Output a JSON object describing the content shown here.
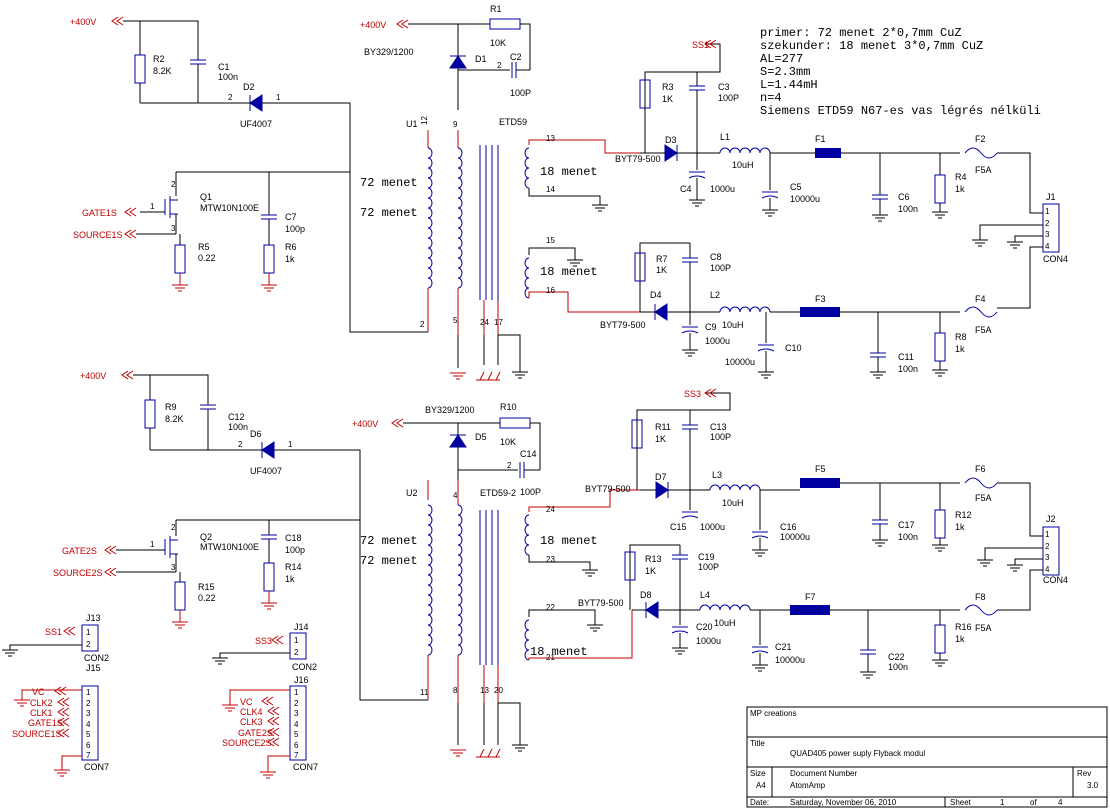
{
  "nets": {
    "v400": "+400V",
    "ss1": "SS1",
    "ss3": "SS3",
    "gate1": "GATE1S",
    "source1": "SOURCE1S",
    "gate2": "GATE2S",
    "source2": "SOURCE2S",
    "vc": "VC",
    "clk1": "CLK1",
    "clk2": "CLK2",
    "clk3": "CLK3",
    "clk4": "CLK4"
  },
  "notes": [
    "primer: 72 menet 2*0,7mm CuZ",
    "szekunder: 18 menet 3*0,7mm CuZ",
    "AL=277",
    "S=2.3mm",
    "L=1.44mH",
    "n=4",
    "Siemens ETD59 N67-es vas légrés nélküli"
  ],
  "winding": {
    "primary": "72 menet",
    "secondary": "18 menet"
  },
  "components": {
    "R1": {
      "ref": "R1",
      "val": "10K"
    },
    "R2": {
      "ref": "R2",
      "val": "8.2K"
    },
    "R3": {
      "ref": "R3",
      "val": "1K"
    },
    "R4": {
      "ref": "R4",
      "val": "1k"
    },
    "R5": {
      "ref": "R5",
      "val": "0.22"
    },
    "R6": {
      "ref": "R6",
      "val": "1k"
    },
    "R7": {
      "ref": "R7",
      "val": "1K"
    },
    "R8": {
      "ref": "R8",
      "val": "1k"
    },
    "R9": {
      "ref": "R9",
      "val": "8.2K"
    },
    "R10": {
      "ref": "R10",
      "val": "10K"
    },
    "R11": {
      "ref": "R11",
      "val": "1K"
    },
    "R12": {
      "ref": "R12",
      "val": "1k"
    },
    "R13": {
      "ref": "R13",
      "val": "1K"
    },
    "R14": {
      "ref": "R14",
      "val": "1k"
    },
    "R15": {
      "ref": "R15",
      "val": "0.22"
    },
    "R16": {
      "ref": "R16",
      "val": "1k"
    },
    "C1": {
      "ref": "C1",
      "val": "100n"
    },
    "C2": {
      "ref": "C2",
      "val": "100P"
    },
    "C3": {
      "ref": "C3",
      "val": "100P"
    },
    "C4": {
      "ref": "C4",
      "val": "1000u"
    },
    "C5": {
      "ref": "C5",
      "val": "10000u"
    },
    "C6": {
      "ref": "C6",
      "val": "100n"
    },
    "C7": {
      "ref": "C7",
      "val": "100p"
    },
    "C8": {
      "ref": "C8",
      "val": "100P"
    },
    "C9": {
      "ref": "C9",
      "val": "1000u"
    },
    "C10": {
      "ref": "C10",
      "val": "10000u"
    },
    "C11": {
      "ref": "C11",
      "val": "100n"
    },
    "C12": {
      "ref": "C12",
      "val": "100n"
    },
    "C13": {
      "ref": "C13",
      "val": "100P"
    },
    "C14": {
      "ref": "C14",
      "val": "100P"
    },
    "C15": {
      "ref": "C15",
      "val": "1000u"
    },
    "C16": {
      "ref": "C16",
      "val": "10000u"
    },
    "C17": {
      "ref": "C17",
      "val": "100n"
    },
    "C18": {
      "ref": "C18",
      "val": "100p"
    },
    "C19": {
      "ref": "C19",
      "val": "100P"
    },
    "C20": {
      "ref": "C20",
      "val": "1000u"
    },
    "C21": {
      "ref": "C21",
      "val": "10000u"
    },
    "C22": {
      "ref": "C22",
      "val": "100n"
    },
    "D1": {
      "ref": "D1",
      "val": "BY329/1200"
    },
    "D2": {
      "ref": "D2",
      "val": "UF4007"
    },
    "D3": {
      "ref": "D3",
      "val": "BYT79-500"
    },
    "D4": {
      "ref": "D4",
      "val": "BYT79-500"
    },
    "D5": {
      "ref": "D5",
      "val": "BY329/1200"
    },
    "D6": {
      "ref": "D6",
      "val": "UF4007"
    },
    "D7": {
      "ref": "D7",
      "val": "BYT79-500"
    },
    "D8": {
      "ref": "D8",
      "val": "BYT79-500"
    },
    "L1": {
      "ref": "L1",
      "val": "10uH"
    },
    "L2": {
      "ref": "L2",
      "val": "10uH"
    },
    "L3": {
      "ref": "L3",
      "val": "10uH"
    },
    "L4": {
      "ref": "L4",
      "val": "10uH"
    },
    "F1": {
      "ref": "F1"
    },
    "F2": {
      "ref": "F2",
      "val": "F5A"
    },
    "F3": {
      "ref": "F3"
    },
    "F4": {
      "ref": "F4",
      "val": "F5A"
    },
    "F5": {
      "ref": "F5"
    },
    "F6": {
      "ref": "F6",
      "val": "F5A"
    },
    "F7": {
      "ref": "F7"
    },
    "F8": {
      "ref": "F8",
      "val": "F5A"
    },
    "Q1": {
      "ref": "Q1",
      "val": "MTW10N100E"
    },
    "Q2": {
      "ref": "Q2",
      "val": "MTW10N100E"
    },
    "U1": {
      "ref": "U1",
      "val": "ETD59"
    },
    "U2": {
      "ref": "U2",
      "val": "ETD59-2"
    },
    "J1": {
      "ref": "J1",
      "val": "CON4"
    },
    "J2": {
      "ref": "J2",
      "val": "CON4"
    },
    "J13": {
      "ref": "J13",
      "val": "CON2"
    },
    "J14": {
      "ref": "J14",
      "val": "CON2"
    },
    "J15": {
      "ref": "J15",
      "val": "CON7"
    },
    "J16": {
      "ref": "J16",
      "val": "CON7"
    }
  },
  "title_block": {
    "company": "MP creations",
    "title_label": "Title",
    "title": "QUAD405 power suply Flyback modul",
    "size_label": "Size",
    "size": "A4",
    "docnum_label": "Document Number",
    "docnum": "AtomAmp",
    "rev_label": "Rev",
    "rev": "3.0",
    "date_label": "Date:",
    "date": "Saturday, November 06, 2010",
    "sheet_label": "Sheet",
    "sheet": "1",
    "of_label": "of",
    "sheets": "4"
  }
}
